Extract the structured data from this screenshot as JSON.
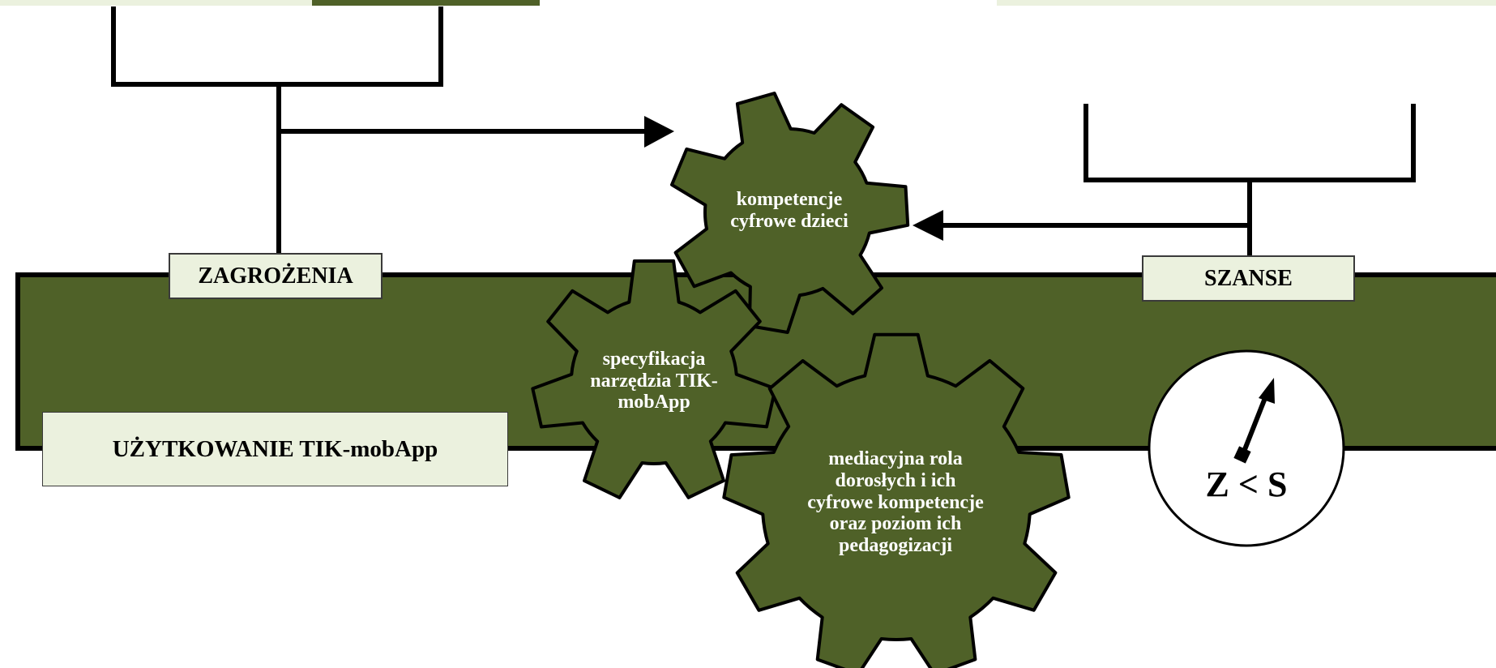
{
  "labels": {
    "zagrozenia": "ZAGROŻENIA",
    "szanse": "SZANSE",
    "uzytkowanie": "UŻYTKOWANIE TIK-mobApp"
  },
  "gears": {
    "kompetencje": "kompetencje cyfrowe dzieci",
    "specyfikacja": "specyfikacja narzędzia TIK- mobApp",
    "mediacyjna": "mediacyjna rola dorosłych i ich cyfrowe kompetencje oraz poziom ich pedagogizacji"
  },
  "gauge": {
    "text": "Z < S"
  },
  "colors": {
    "dark_green": "#4f6128",
    "light_green": "#ebf1de",
    "outline": "#000000"
  }
}
